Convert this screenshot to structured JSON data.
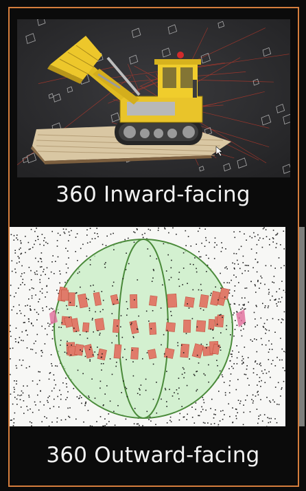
{
  "slide": {
    "frame_color": "#d67e3d",
    "background_color": "#0b0b0b",
    "top_panel": {
      "image": "lego-bulldozer-camera-poses",
      "caption": "360 Inward-facing"
    },
    "bottom_panel": {
      "image": "sphere-point-cloud-camera-poses",
      "caption": "360 Outward-facing"
    }
  }
}
